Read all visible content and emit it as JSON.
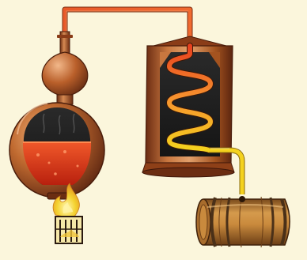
{
  "illustration": {
    "components": [
      "pot-still-boiler",
      "condenser",
      "lyne-arm-pipe",
      "collection-pipe",
      "wooden-barrel",
      "fire",
      "stove-grate"
    ],
    "colors": {
      "background": "#fbf6dc",
      "copper_dark": "#6b2f14",
      "copper_mid": "#b8652e",
      "copper_light": "#e6a36e",
      "liquid": "#e0371c",
      "pipe_hot": "#f26a2c",
      "pipe_mid": "#f7a13a",
      "pipe_cool": "#f4d21e",
      "wood": "#c98a3d",
      "flame": "#f2d32f"
    }
  }
}
